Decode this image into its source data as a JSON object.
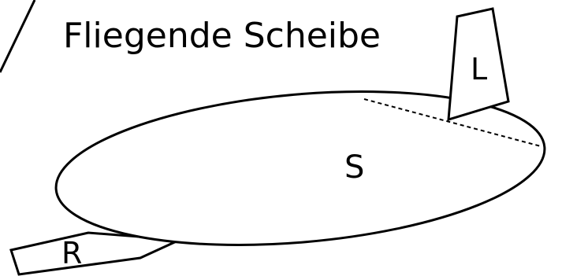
{
  "title": "Fliegende Scheibe",
  "labels": {
    "disc": "S",
    "left_fin": "L",
    "right_fin": "R"
  },
  "colors": {
    "stroke": "#000000",
    "fill": "#ffffff",
    "background": "#ffffff"
  }
}
